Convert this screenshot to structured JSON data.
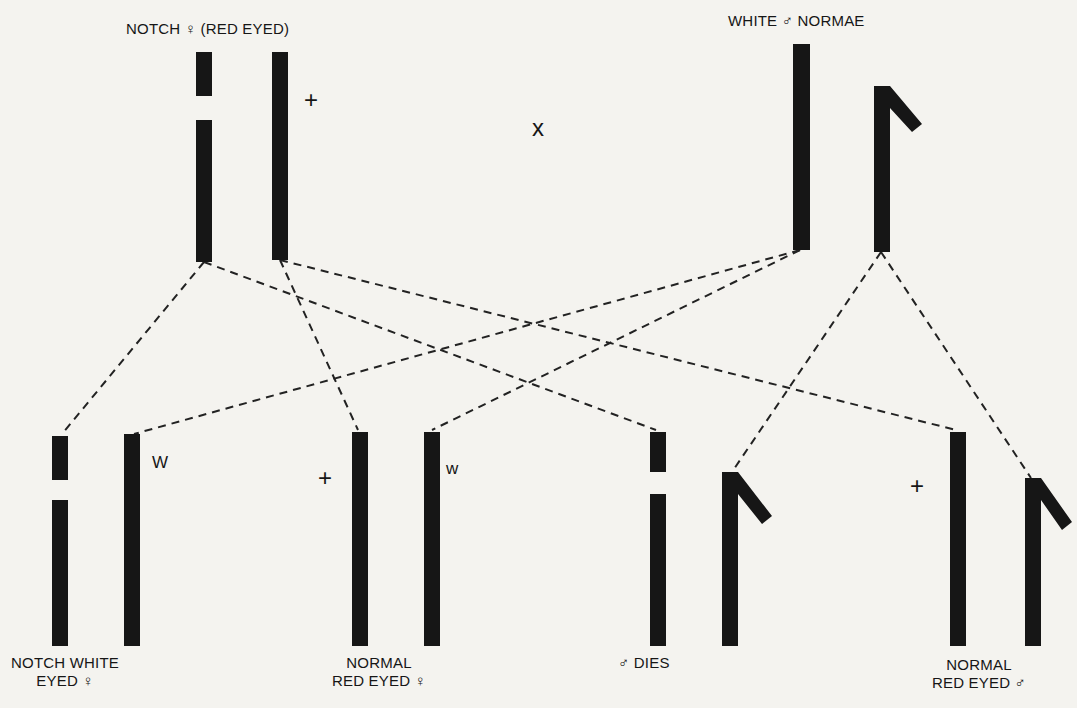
{
  "diagram": {
    "labels": [
      "NOTCH ♀ (RED EYED)",
      "+",
      "x",
      "WHITE ♂ NORMAE",
      "W",
      "+",
      "w",
      "+",
      "NOTCH WHITE EYED ♀",
      "NORMAL RED EYED ♀",
      "♂ DIES",
      "NORMAL RED EYED ♂"
    ]
  }
}
